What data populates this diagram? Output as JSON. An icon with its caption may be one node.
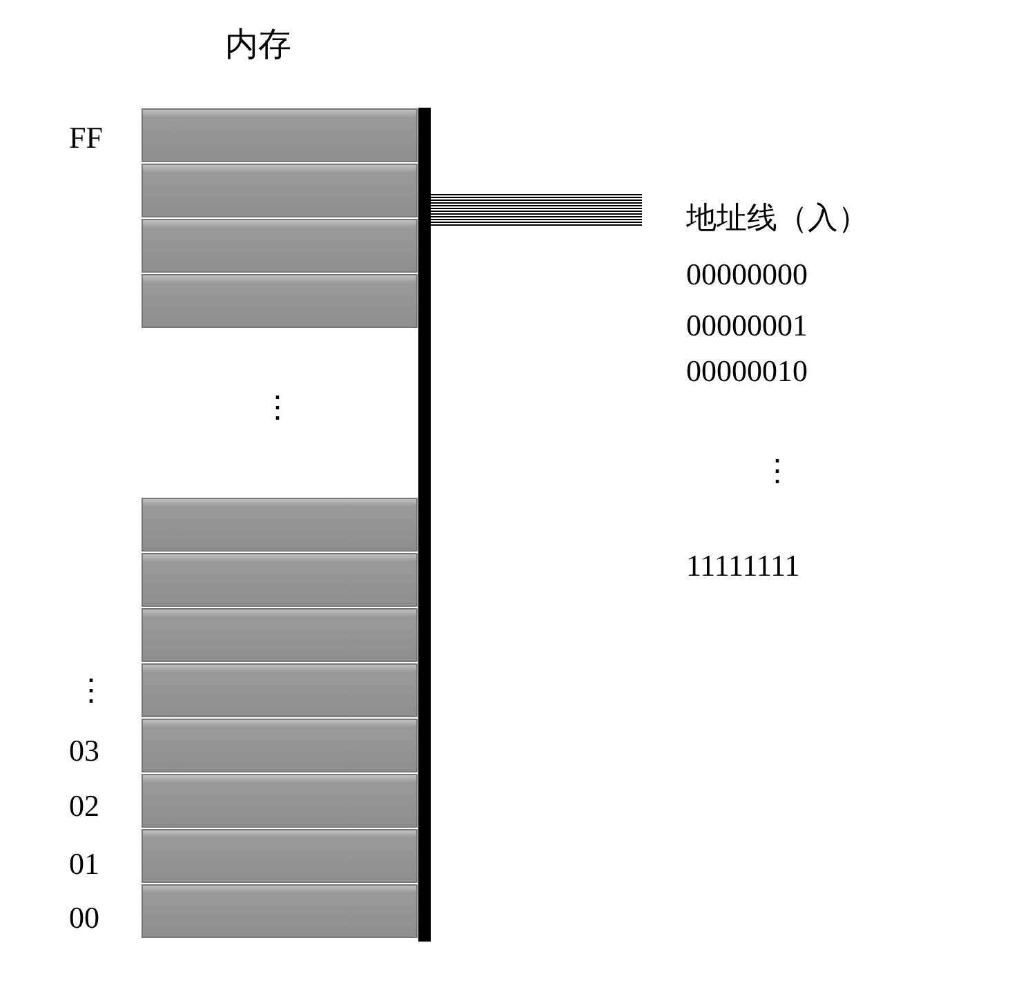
{
  "diagram": {
    "title": "内存",
    "labels": [
      "FF",
      "地址线（入）",
      "00000000",
      "00000001",
      "00000010",
      "⋮",
      "⋮",
      "11111111",
      "⋮",
      "03",
      "02",
      "01",
      "00"
    ]
  }
}
